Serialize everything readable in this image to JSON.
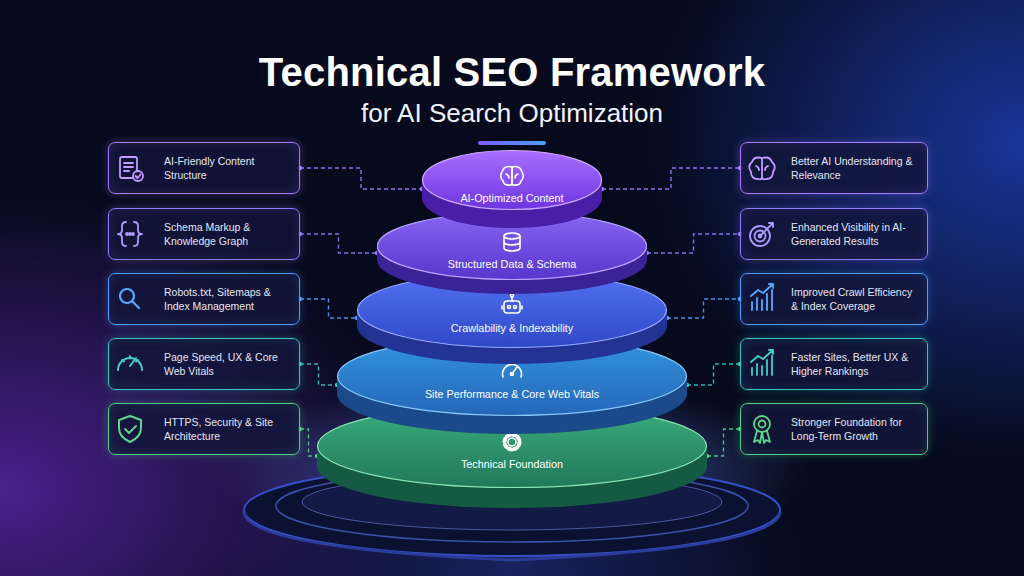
{
  "diagram": {
    "title": "Technical SEO Framework",
    "nodes": [
      {
        "text": [
          "AI-Friendly Content Structure"
        ]
      },
      {
        "text": [
          "AI-Optimized Content"
        ]
      },
      {
        "text": [
          "Better AI Understanding & Relevance"
        ]
      },
      {
        "text": [
          "Schema Markup & Knowledge Graph"
        ]
      },
      {
        "text": [
          "Structured Data & Schema"
        ]
      },
      {
        "text": [
          "Enhanced Visibility in AI-Generated Results"
        ]
      },
      {
        "text": [
          "Robots.txt, Sitemaps & Index Management"
        ]
      },
      {
        "text": [
          "Crawlability & Indexability"
        ]
      },
      {
        "text": [
          "Improved Crawl Efficiency & Index Coverage"
        ]
      },
      {
        "text": [
          "Page Speed, UX & Core Web Vitals"
        ]
      },
      {
        "text": [
          "Site Performance & Core Web Vitals"
        ]
      },
      {
        "text": [
          "Faster Sites, Better UX & Higher Rankings"
        ]
      },
      {
        "text": [
          "HTTPS, Security & Site Architecture"
        ]
      },
      {
        "text": [
          "Technical Foundation"
        ]
      },
      {
        "text": [
          "Stronger Foundation for Long-Term Growth"
        ]
      }
    ],
    "edges": [
      {
        "from": 0,
        "to": 1,
        "arrow": "none"
      },
      {
        "from": 1,
        "to": 2,
        "arrow": "none"
      },
      {
        "from": 3,
        "to": 4,
        "arrow": "none"
      },
      {
        "from": 4,
        "to": 5,
        "arrow": "none"
      },
      {
        "from": 6,
        "to": 7,
        "arrow": "none"
      },
      {
        "from": 7,
        "to": 8,
        "arrow": "none"
      },
      {
        "from": 9,
        "to": 10,
        "arrow": "none"
      },
      {
        "from": 10,
        "to": 11,
        "arrow": "none"
      },
      {
        "from": 12,
        "to": 13,
        "arrow": "none"
      },
      {
        "from": 13,
        "to": 14,
        "arrow": "none"
      }
    ],
    "labels": [
      "for AI Search Optimization"
    ]
  }
}
